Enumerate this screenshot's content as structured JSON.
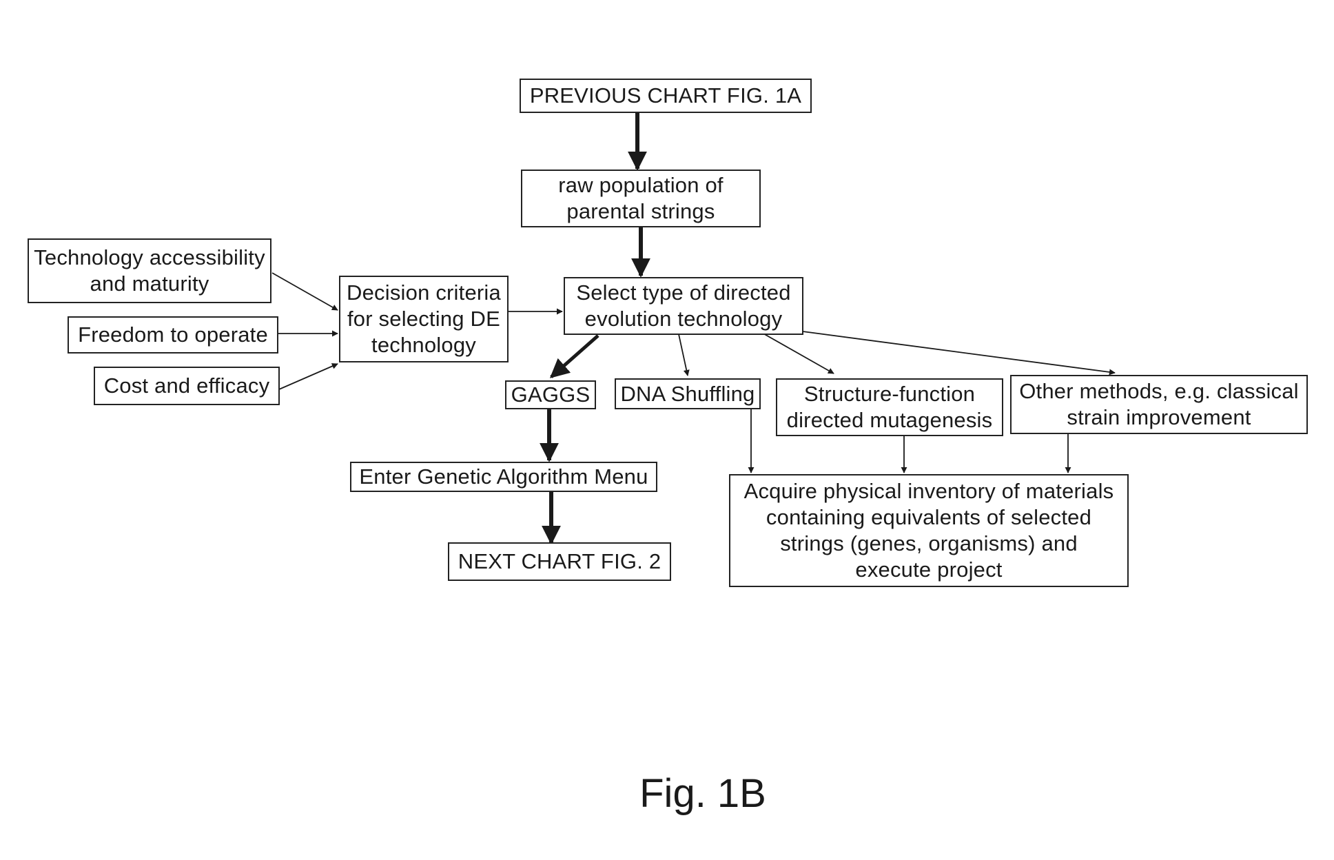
{
  "figure": {
    "caption": "Fig. 1B"
  },
  "nodes": {
    "previous_chart": "PREVIOUS CHART FIG. 1A",
    "raw_population": "raw population of\nparental strings",
    "select_type": "Select type of directed\nevolution technology",
    "decision_criteria": "Decision criteria\nfor selecting DE\ntechnology",
    "tech_accessibility": "Technology accessibility\nand maturity",
    "freedom_to_operate": "Freedom to operate",
    "cost_efficacy": "Cost and efficacy",
    "gaggs": "GAGGS",
    "dna_shuffling": "DNA Shuffling",
    "structure_function": "Structure-function\ndirected mutagenesis",
    "other_methods": "Other methods, e.g. classical\nstrain improvement",
    "genetic_algorithm_menu": "Enter Genetic Algorithm Menu",
    "next_chart": "NEXT CHART FIG. 2",
    "acquire_inventory": "Acquire physical inventory of materials\ncontaining equivalents of selected\nstrings (genes, organisms) and\nexecute project"
  }
}
